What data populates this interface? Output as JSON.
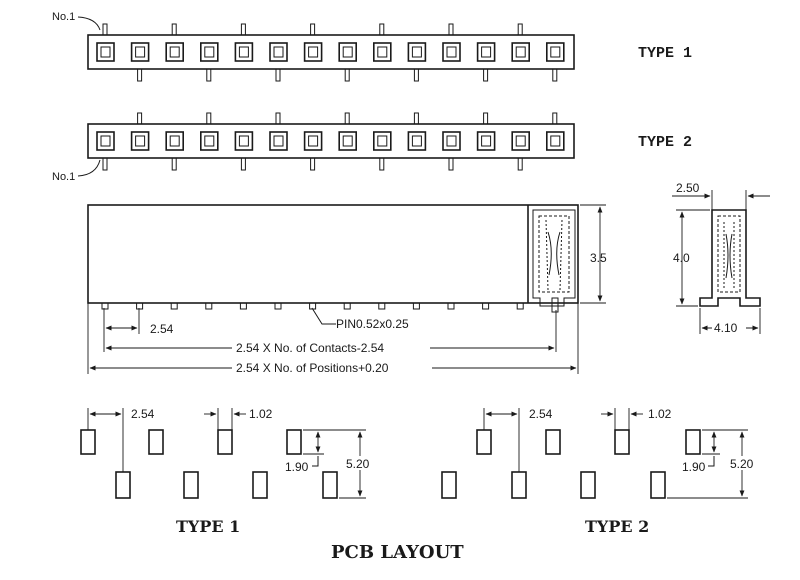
{
  "labels": {
    "no1": "No.1",
    "type1": "TYPE 1",
    "type2": "TYPE 2",
    "pin_size": "PIN0.52x0.25",
    "pitch": "2.54",
    "contacts_formula": "2.54 X No. of Contacts-2.54",
    "positions_formula": "2.54 X No. of Positions+0.20",
    "height_side": "3.5",
    "width_end": "2.50",
    "height_end": "4.0",
    "foot_end": "4.10",
    "pcb_pitch": "2.54",
    "pcb_hole": "1.02",
    "pcb_offset": "1.90",
    "pcb_span": "5.20",
    "pcb_type1": "TYPE 1",
    "pcb_type2": "TYPE 2",
    "pcb_title": "PCB LAYOUT"
  },
  "connector": {
    "positions": 14
  }
}
